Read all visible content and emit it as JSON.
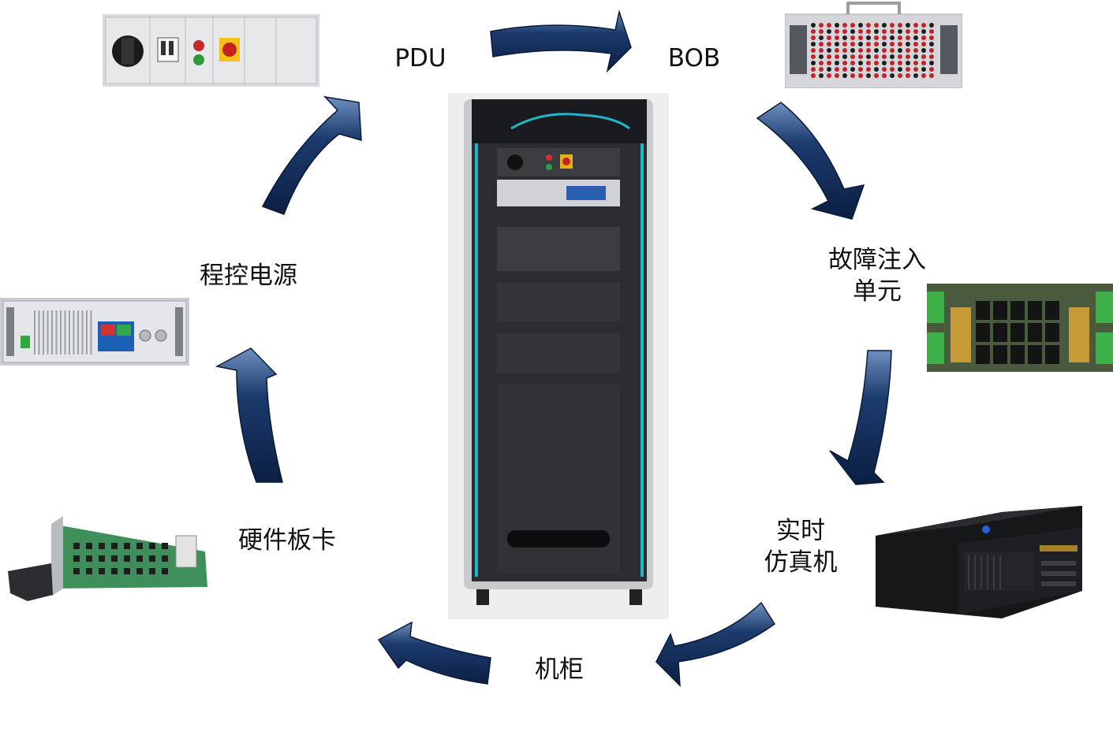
{
  "labels": {
    "pdu": "PDU",
    "bob": "BOB",
    "fault_line1": "故障注入",
    "fault_line2": "单元",
    "realtime_line1": "实时",
    "realtime_line2": "仿真机",
    "cabinet": "机柜",
    "hardware": "硬件板卡",
    "power": "程控电源"
  },
  "colors": {
    "arrow": "#15315e",
    "arrow_highlight": "#5f7fb0",
    "rack_body": "#2b2d31",
    "rack_accent": "#1fb8c9",
    "pcb_green": "#3f8f5a"
  }
}
